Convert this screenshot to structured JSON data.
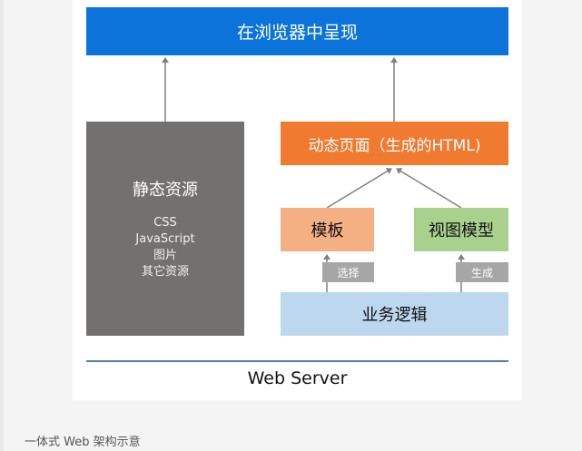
{
  "diagram": {
    "browser_label": "在浏览器中呈现",
    "static_box": {
      "title": "静态资源",
      "items": [
        "CSS",
        "JavaScript",
        "图片",
        "其它资源"
      ]
    },
    "dynamic_label": "动态页面（生成的HTML)",
    "template_label": "模板",
    "viewmodel_label": "视图模型",
    "logic_label": "业务逻辑",
    "select_tag": "选择",
    "generate_tag": "生成",
    "server_label": "Web Server"
  },
  "caption": "一体式 Web 架构示意",
  "colors": {
    "browser": "#0b73d9",
    "static": "#737170",
    "dynamic": "#ef7a30",
    "template": "#f4b083",
    "viewmodel": "#a9d18e",
    "logic": "#bdd7ee",
    "tag": "#a6a6a6",
    "server_rule": "#5b7aa6"
  }
}
